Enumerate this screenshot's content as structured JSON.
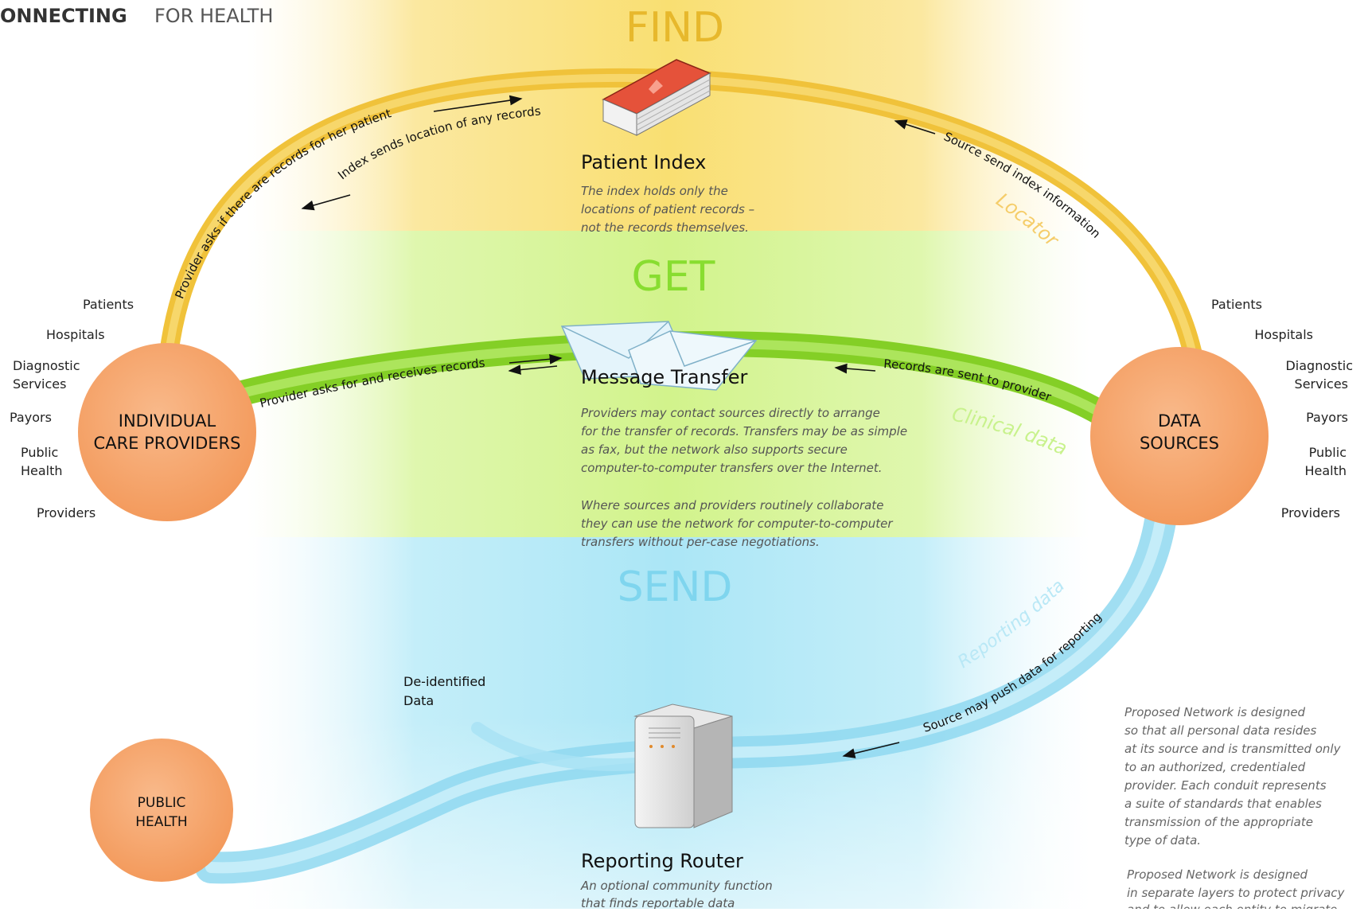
{
  "header_title": "ONNECTING",
  "header_subtitle": "FOR HEALTH",
  "layers": {
    "find": "FIND",
    "get": "GET",
    "send": "SEND"
  },
  "patient_index": {
    "title": "Patient Index",
    "desc": [
      "The index holds only the",
      "locations of patient records –",
      "not the records themselves."
    ]
  },
  "message_transfer": {
    "title": "Message Transfer",
    "desc1": [
      "Providers may contact sources directly to arrange",
      "for the transfer of records. Transfers may be as simple",
      "as fax, but the network also supports secure",
      "computer-to-computer transfers over the Internet."
    ],
    "desc2": [
      "Where sources and providers routinely collaborate",
      "they can use the network for computer-to-computer",
      "transfers without per-case negotiations."
    ]
  },
  "reporting_router": {
    "title": "Reporting Router",
    "desc": [
      "An optional community function",
      "that finds reportable data"
    ]
  },
  "conduits": {
    "find_left_outer": "Provider asks if there are records for her patient",
    "find_left_inner": "Index sends location of any records",
    "find_right": "Source send index information",
    "locator": "Locator",
    "get_left": "Provider asks for and receives records",
    "get_right": "Records are sent to provider",
    "clinical": "Clinical data",
    "reporting_label": "Reporting data",
    "reporting_push": "Source may push data for reporting"
  },
  "deidentified": [
    "De-identified",
    "Data"
  ],
  "nodes": {
    "providers": [
      "INDIVIDUAL",
      "CARE PROVIDERS"
    ],
    "sources": [
      "DATA",
      "SOURCES"
    ],
    "public_health": [
      "PUBLIC",
      "HEALTH"
    ]
  },
  "left_list": {
    "patients": "Patients",
    "hospitals": "Hospitals",
    "diagnostic": [
      "Diagnostic",
      "Services"
    ],
    "payors": "Payors",
    "public_health": [
      "Public",
      "Health"
    ],
    "providers": "Providers"
  },
  "right_list": {
    "patients": "Patients",
    "hospitals": "Hospitals",
    "diagnostic": [
      "Diagnostic",
      "Services"
    ],
    "payors": "Payors",
    "public_health": [
      "Public",
      "Health"
    ],
    "providers": "Providers"
  },
  "note1": [
    "Proposed Network is designed",
    "so that all personal data resides",
    "at its source and is transmitted only",
    "to an authorized, credentialed",
    "provider. Each conduit represents",
    "a suite of standards that enables",
    "transmission of the appropriate",
    "type of data."
  ],
  "note2": [
    "Proposed Network is designed",
    "in separate layers to protect privacy",
    "and to allow each entity to migrate"
  ],
  "colors": {
    "find_band": "#f9e07a",
    "get_band": "#c9ef7e",
    "send_band": "#9fe0f2",
    "find_conduit": "#f2c53d",
    "get_conduit": "#86d12a",
    "send_conduit": "#8ed9f0",
    "node": "#f7a870",
    "find_text": "#e8b92c",
    "get_text": "#7fdc2a",
    "send_text": "#7fd6ee"
  }
}
